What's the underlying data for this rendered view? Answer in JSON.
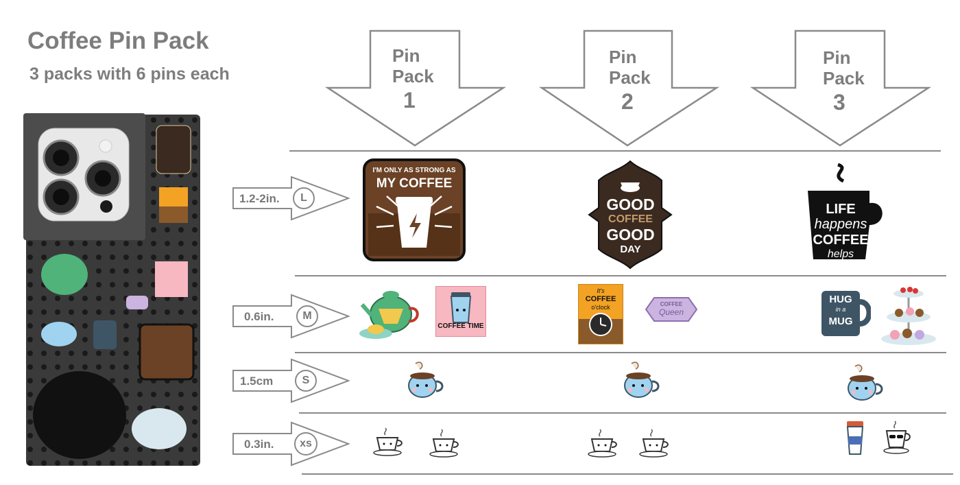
{
  "header": {
    "title": "Coffee Pin Pack",
    "subtitle": "3 packs with 6 pins each"
  },
  "packs": [
    {
      "line1": "Pin",
      "line2": "Pack",
      "number": "1"
    },
    {
      "line1": "Pin",
      "line2": "Pack",
      "number": "2"
    },
    {
      "line1": "Pin",
      "line2": "Pack",
      "number": "3"
    }
  ],
  "sizes": [
    {
      "dimension": "1.2-2in.",
      "code": "L"
    },
    {
      "dimension": "0.6in.",
      "code": "M"
    },
    {
      "dimension": "1.5cm",
      "code": "S"
    },
    {
      "dimension": "0.3in.",
      "code": "xs"
    }
  ],
  "pins": {
    "strong_coffee": {
      "line1": "I'M ONLY AS STRONG AS",
      "line2": "MY COFFEE"
    },
    "good_coffee": {
      "line1": "GOOD",
      "line2": "COFFEE",
      "line3": "GOOD",
      "line4": "DAY"
    },
    "life_happens": {
      "line1": "LIFE",
      "line2": "happens",
      "line3": "COFFEE",
      "line4": "helps"
    },
    "coffee_time": {
      "text": "COFFEE TIME"
    },
    "coffee_oclock": {
      "line1": "It's",
      "line2": "COFFEE",
      "line3": "o'clock"
    },
    "coffee_queen": {
      "line1": "COFFEE",
      "line2": "Queen"
    },
    "hug_mug": {
      "line1": "HUG",
      "line2": "in a",
      "line3": "MUG"
    }
  },
  "colors": {
    "text_gray": "#7d7d7d",
    "arrow_stroke": "#8a8a8a",
    "coffee_brown": "#6b4226",
    "pegboard": "#3a3a3a",
    "mug_blue": "#9fd3f0"
  }
}
